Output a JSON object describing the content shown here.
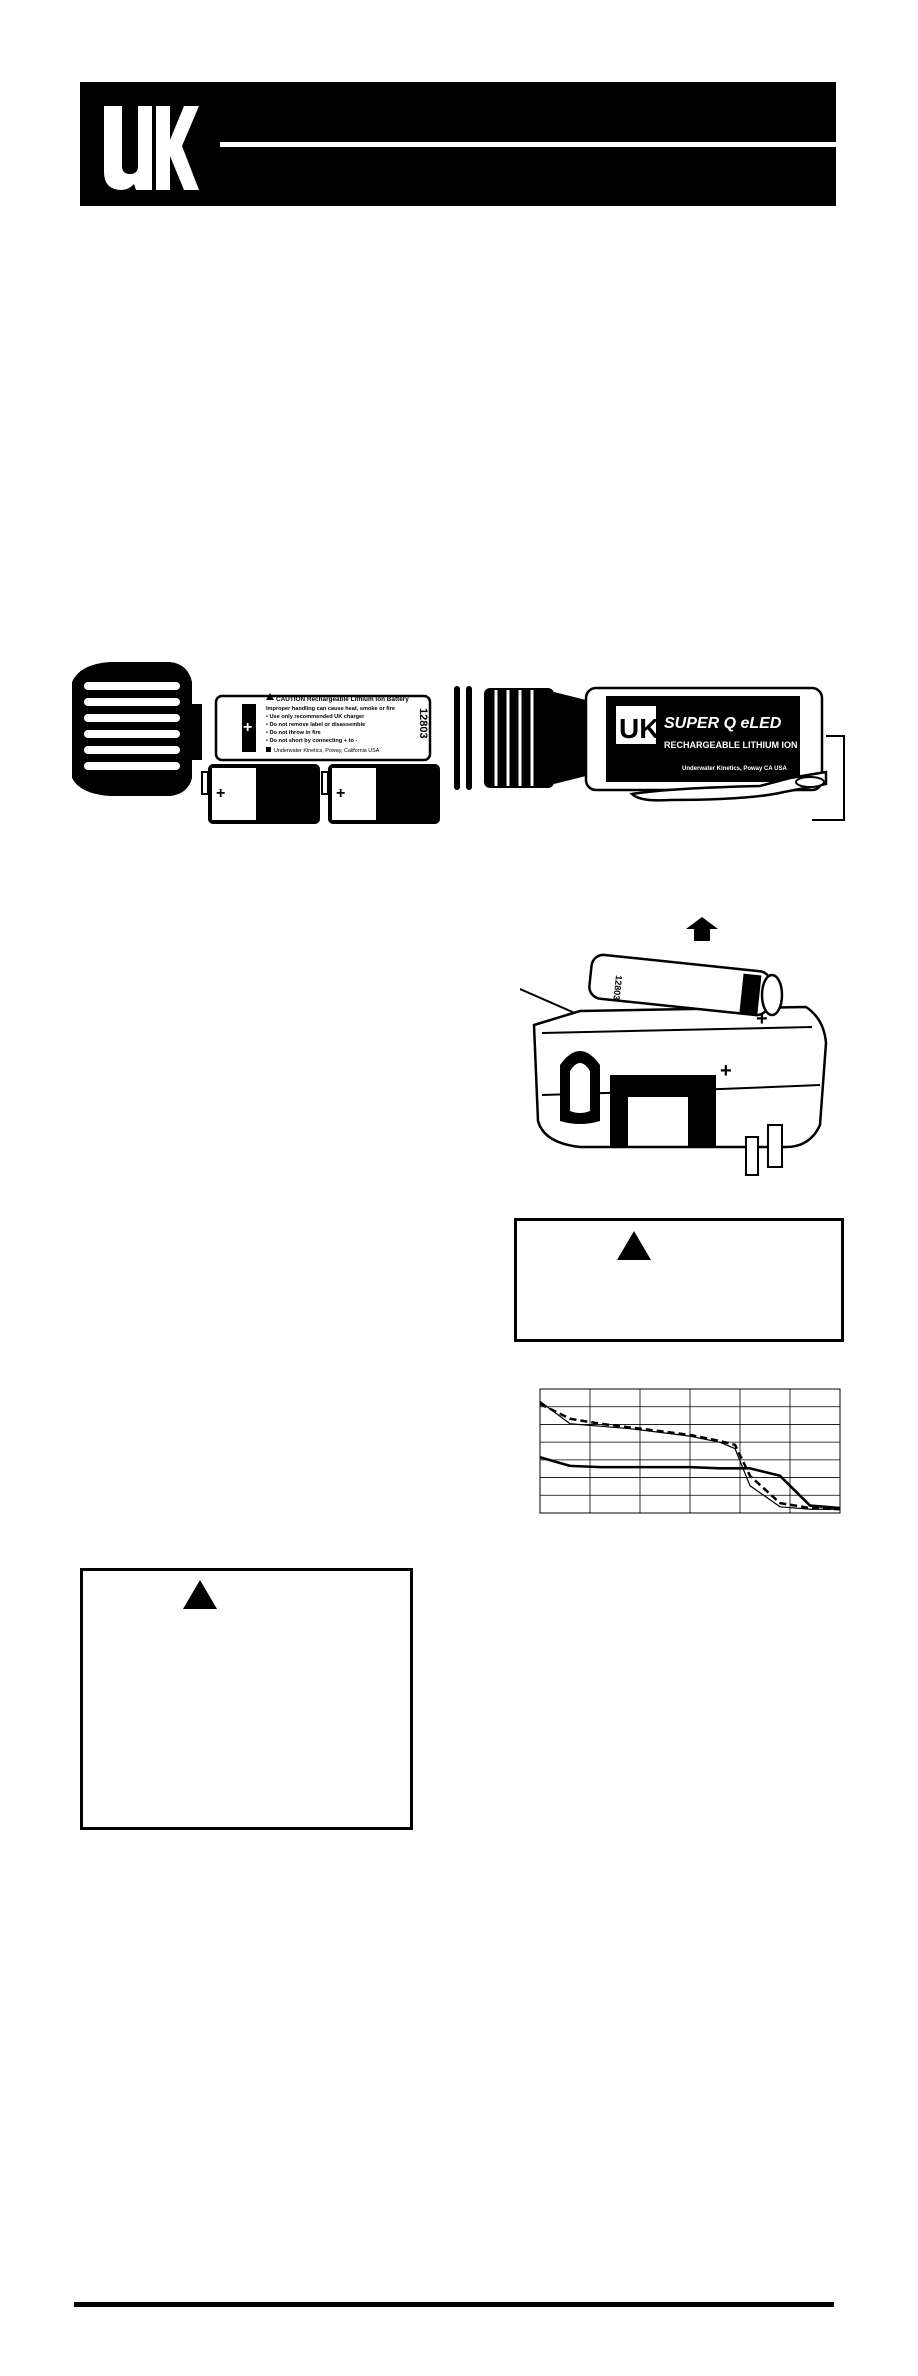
{
  "header": {
    "logo_text": "UK"
  },
  "flashlight": {
    "brand_badge": "UK",
    "model_name": "SUPER Q eLED",
    "battery_type": "RECHARGEABLE LITHIUM ION",
    "manufacturer_line": "Underwater Kinetics, Poway CA USA",
    "plus_symbol": "+",
    "battery_label": {
      "caution_title": "CAUTION Rechargeable Lithium Ion Battery",
      "lines": [
        "Improper handling can cause heat, smoke or fire",
        "• Use only recommended UK charger",
        "• Do not remove label or disassemble",
        "• Do not throw in fire",
        "• Do not short by connecting + to -"
      ],
      "maker": "Underwater Kinetics, Poway, California USA",
      "part_number": "12803"
    }
  },
  "charger": {
    "battery_part_number": "12803",
    "plus_symbol": "+"
  },
  "chart": {
    "chart_data": {
      "type": "line",
      "title": "",
      "xlabel": "",
      "ylabel": "",
      "grid": true,
      "x": [
        0,
        10,
        20,
        30,
        40,
        50,
        60,
        65,
        70,
        80,
        90,
        100
      ],
      "series": [
        {
          "values": [
            0.88,
            0.76,
            0.72,
            0.69,
            0.66,
            0.63,
            0.58,
            0.55,
            0.3,
            0.08,
            0.04,
            0.03
          ],
          "style": "dashed"
        },
        {
          "values": [
            0.9,
            0.72,
            0.7,
            0.68,
            0.65,
            0.62,
            0.57,
            0.52,
            0.22,
            0.05,
            0.03,
            0.03
          ],
          "style": "solid-thin"
        },
        {
          "values": [
            0.45,
            0.38,
            0.37,
            0.37,
            0.37,
            0.37,
            0.36,
            0.36,
            0.36,
            0.3,
            0.06,
            0.04
          ],
          "style": "solid-thick"
        }
      ],
      "x_gridlines": 6,
      "y_gridlines": 7
    }
  }
}
